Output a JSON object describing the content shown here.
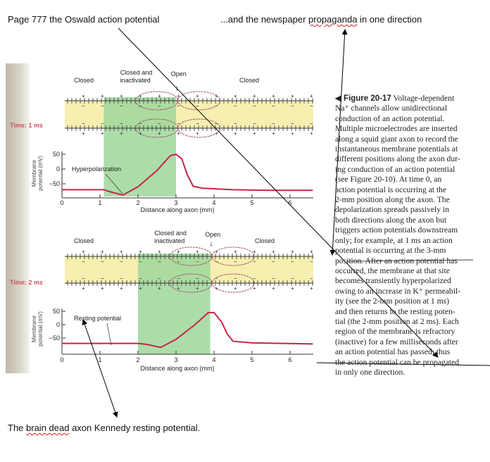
{
  "notes": {
    "top_left": "Page 777   the Oswald action potential",
    "top_right_pre": "...and the newspaper ",
    "top_right_wavy": "propaganda",
    "top_right_post": "  in one direction",
    "bottom_pre": "The  ",
    "bottom_wavy": "brain dead",
    "bottom_post": "   axon  Kennedy   resting potential."
  },
  "figure": {
    "panels": [
      {
        "time_label": "Time: 1 ms",
        "labels": {
          "closed_left": "Closed",
          "closed_inact_1": "Closed and",
          "closed_inact_2": "inactivated",
          "open": "Open",
          "closed_right": "Closed"
        },
        "annotation": "Hyperpolarization",
        "y_ticks": [
          "50",
          "0",
          "−50"
        ],
        "y_label_1": "Membrane",
        "y_label_2": "potential (mV)",
        "x_ticks": [
          "0",
          "1",
          "2",
          "3",
          "4",
          "5",
          "6"
        ],
        "x_label": "Distance along axon (mm)",
        "refractory_mm": [
          1.1,
          3.0
        ],
        "open_mm": 3.05,
        "curve_mm_mV": [
          [
            0,
            -70
          ],
          [
            1.1,
            -70
          ],
          [
            1.3,
            -78
          ],
          [
            1.6,
            -88
          ],
          [
            2,
            -60
          ],
          [
            2.5,
            -5
          ],
          [
            2.85,
            45
          ],
          [
            3,
            50
          ],
          [
            3.15,
            35
          ],
          [
            3.3,
            -20
          ],
          [
            3.45,
            -58
          ],
          [
            3.7,
            -65
          ],
          [
            4.5,
            -70
          ],
          [
            5.5,
            -72
          ],
          [
            6.6,
            -72
          ]
        ]
      },
      {
        "time_label": "Time: 2 ms",
        "labels": {
          "closed_left": "Closed",
          "closed_inact_1": "Closed and",
          "closed_inact_2": "inactivated",
          "open": "Open",
          "closed_right": "Closed"
        },
        "annotation": "Resting potential",
        "y_ticks": [
          "50",
          "0",
          "−50"
        ],
        "y_label_1": "Membrane",
        "y_label_2": "potential (mV)",
        "x_ticks": [
          "0",
          "1",
          "2",
          "3",
          "4",
          "5",
          "6"
        ],
        "x_label": "Distance along axon (mm)",
        "refractory_mm": [
          2.0,
          3.9
        ],
        "open_mm": 3.95,
        "curve_mm_mV": [
          [
            0,
            -70
          ],
          [
            2,
            -70
          ],
          [
            2.2,
            -73
          ],
          [
            2.6,
            -85
          ],
          [
            3,
            -55
          ],
          [
            3.5,
            0
          ],
          [
            3.85,
            45
          ],
          [
            4,
            45
          ],
          [
            4.2,
            10
          ],
          [
            4.35,
            -35
          ],
          [
            4.5,
            -62
          ],
          [
            5,
            -68
          ],
          [
            6.6,
            -72
          ]
        ]
      }
    ],
    "colors": {
      "membrane_band": "#f6efb0",
      "refractory": "#9ed79a",
      "curve": "#c8234a",
      "time": "#d05060",
      "loop": "#a05070"
    }
  },
  "caption": {
    "fig_label": "◀ Figure 20-17",
    "lines": [
      "  Voltage-dependent",
      "Na⁺ channels allow unidirectional",
      "conduction of an action potential.",
      "Multiple microelectrodes are inserted",
      "along a squid giant axon to record the",
      "instantaneous membrane potentials at",
      "different positions along the axon dur-",
      "ing conduction of an action potential",
      "(see Figure 20-10). At time 0, an",
      "action potential is occurring at the",
      "2-mm position along the axon. The",
      "depolarization spreads passively in",
      "both directions along the axon but",
      "triggers action potentials downstream",
      "only; for example, at 1 ms an action",
      "potential is occurring at the 3-mm",
      "position. After an action potential has",
      "occurred, the membrane at that site",
      "becomes transiently hyperpolarized",
      "owing to an increase in K⁺ permeabil-",
      "ity (see the 2-mm position at 1 ms)",
      "and then returns to the resting poten-",
      "tial (the 2-mm position at 2 ms). Each",
      "region of the membrane is refractory",
      "(inactive) for a few milliseconds after",
      "an action potential has passed; thus",
      "the action potential can be propagated",
      "in only one direction."
    ]
  }
}
